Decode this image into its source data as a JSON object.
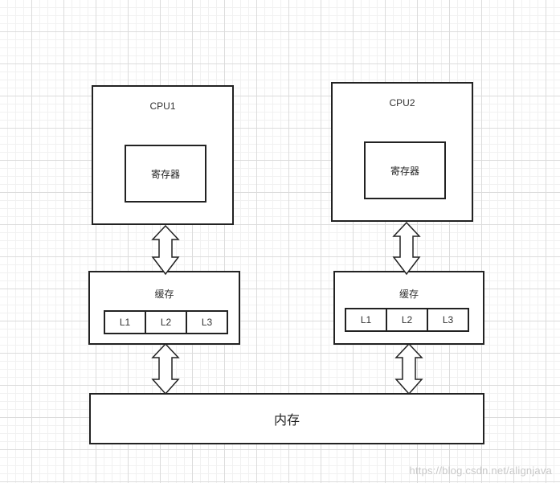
{
  "cpus": [
    {
      "title": "CPU1",
      "register_label": "寄存器",
      "cache_label": "缓存",
      "cache_levels": [
        "L1",
        "L2",
        "L3"
      ]
    },
    {
      "title": "CPU2",
      "register_label": "寄存器",
      "cache_label": "缓存",
      "cache_levels": [
        "L1",
        "L2",
        "L3"
      ]
    }
  ],
  "memory_label": "内存",
  "watermark": "https://blog.csdn.net/alignjava"
}
